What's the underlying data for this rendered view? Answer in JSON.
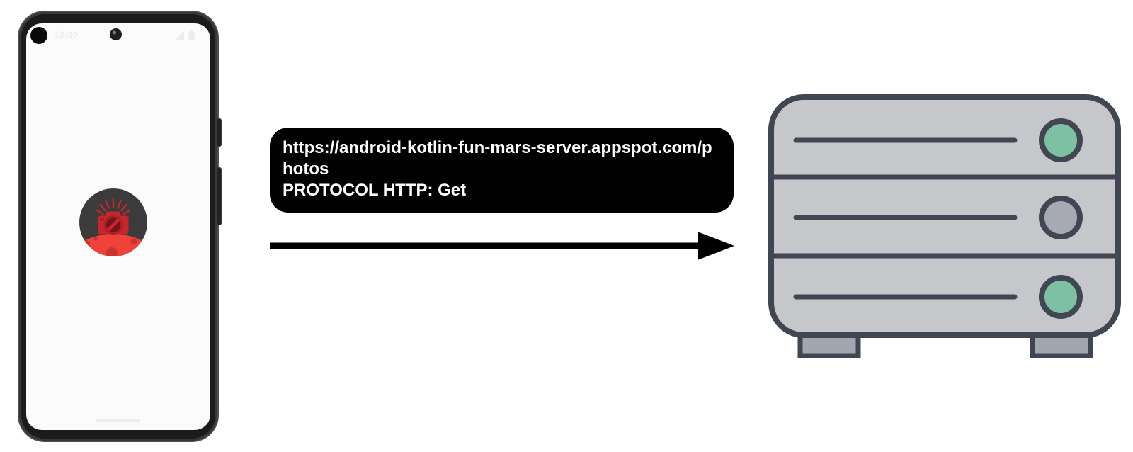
{
  "phone": {
    "status_bar": {
      "time": "12:00"
    },
    "app_icon_name": "mars-photos-camera-icon"
  },
  "request_bubble": {
    "url": "https://android-kotlin-fun-mars-server.appspot.com/photos",
    "protocol_line": "PROTOCOL HTTP: Get"
  },
  "server": {
    "leds": [
      "green",
      "gray",
      "green"
    ]
  },
  "colors": {
    "bubble-bg": "#010101",
    "bubble-text": "#ffffff",
    "arrow": "#000000",
    "server-body": "#c6c7cb",
    "server-outline": "#404652",
    "server-foot": "#a2a6ae",
    "led-green": "#7ec0a2",
    "led-gray": "#a7aab2",
    "phone-frame": "#1b1b1b",
    "phone-frame-rim": "#4f4f4f",
    "phone-screen": "#fbfbfb",
    "status-faint": "#ececec",
    "icon-bg-dark": "#3b3b3b",
    "icon-mars-red": "#f0423a",
    "icon-crater-red": "#c93630",
    "icon-camera-red": "#c9262c",
    "icon-lens-ring": "#a82227",
    "icon-lens-dark": "#741418"
  }
}
